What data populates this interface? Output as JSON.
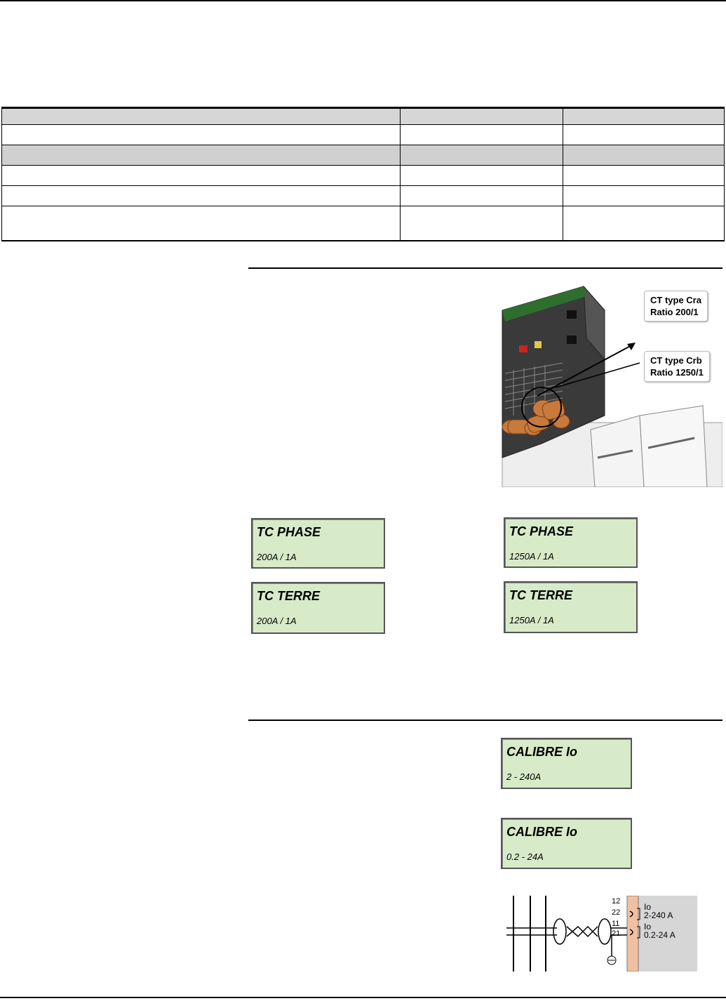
{
  "photo": {
    "callout_a": {
      "line1": "CT type Cra",
      "line2": "Ratio 200/1"
    },
    "callout_b": {
      "line1": "CT type Crb",
      "line2": "Ratio 1250/1"
    }
  },
  "lcd_panels": {
    "phase_200": {
      "title": "TC PHASE",
      "value": "200A   / 1A"
    },
    "phase_1250": {
      "title": "TC PHASE",
      "value": "1250A  / 1A"
    },
    "terre_200": {
      "title": "TC TERRE",
      "value": "200A   / 1A"
    },
    "terre_1250": {
      "title": "TC TERRE",
      "value": "1250A  / 1A"
    },
    "calibre_1": {
      "title": "CALIBRE Io",
      "value": "2 - 240A"
    },
    "calibre_2": {
      "title": "CALIBRE Io",
      "value": "0.2  - 24A"
    }
  },
  "wiring": {
    "terminals": [
      "12",
      "22",
      "11",
      "21"
    ],
    "label_1": {
      "line1": "Io",
      "line2": "2-240 A"
    },
    "label_2": {
      "line1": "Io",
      "line2": "0.2-24 A"
    }
  }
}
